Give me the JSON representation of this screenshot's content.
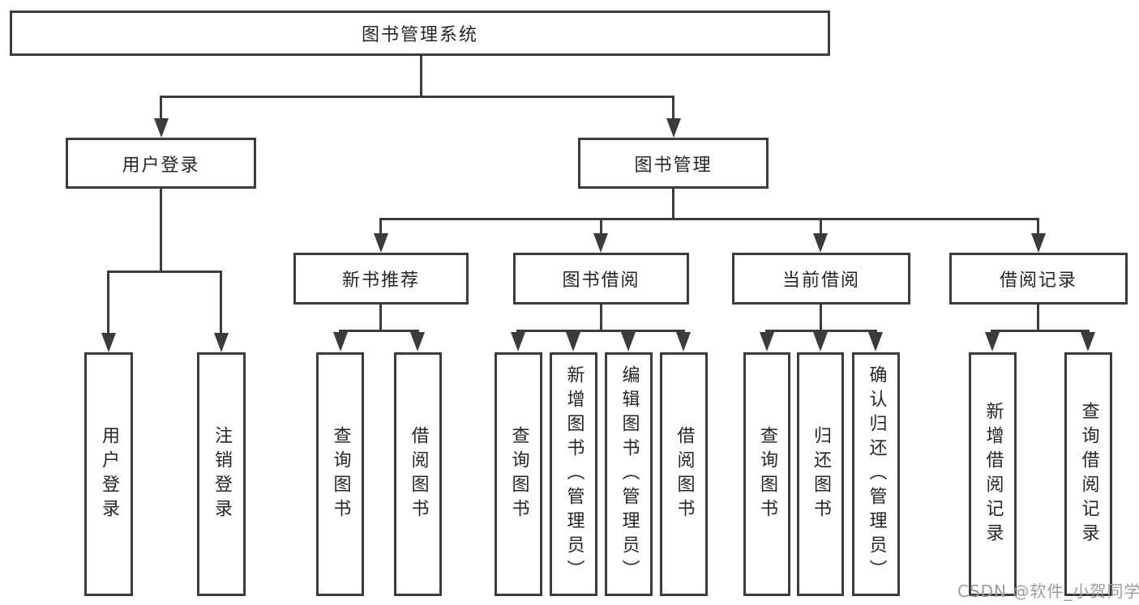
{
  "tree": {
    "root": {
      "label": "图书管理系统"
    },
    "children": [
      {
        "label": "用户登录",
        "children": [
          {
            "label": "用户登录"
          },
          {
            "label": "注销登录"
          }
        ]
      },
      {
        "label": "图书管理",
        "children": [
          {
            "label": "新书推荐",
            "children": [
              {
                "label": "查询图书"
              },
              {
                "label": "借阅图书"
              }
            ]
          },
          {
            "label": "图书借阅",
            "children": [
              {
                "label": "查询图书"
              },
              {
                "label": "新增图书（管理员）"
              },
              {
                "label": "编辑图书（管理员）"
              },
              {
                "label": "借阅图书"
              }
            ]
          },
          {
            "label": "当前借阅",
            "children": [
              {
                "label": "查询图书"
              },
              {
                "label": "归还图书"
              },
              {
                "label": "确认归还（管理员）"
              }
            ]
          },
          {
            "label": "借阅记录",
            "children": [
              {
                "label": "新增借阅记录"
              },
              {
                "label": "查询借阅记录"
              }
            ]
          }
        ]
      }
    ]
  },
  "watermark": {
    "text": "CSDN @软件_小贺同学"
  },
  "colors": {
    "line": "#3b3b3b",
    "text": "#262626",
    "background": "#ffffff",
    "watermark": "#9c9c9c"
  }
}
